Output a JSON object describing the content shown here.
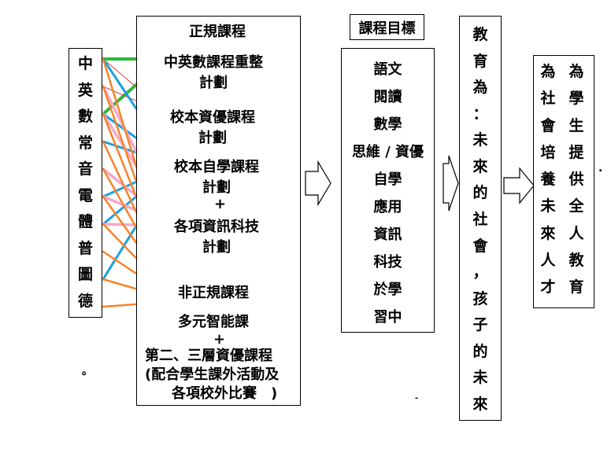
{
  "subjects": [
    "中",
    "英",
    "數",
    "常",
    "音",
    "電",
    "體",
    "普",
    "圖",
    "德"
  ],
  "curriculum": {
    "header": "正規課程",
    "items": [
      {
        "line1": "中英數課程重整",
        "line2": "計劃"
      },
      {
        "line1": "校本資優課程",
        "line2": "計劃"
      },
      {
        "line1": "校本自學課程",
        "line2": "計劃"
      },
      {
        "line1": "+",
        "line2": ""
      },
      {
        "line1": "各項資訊科技",
        "line2": "計劃"
      }
    ],
    "informal_header": "非正規課程",
    "informal_lines": [
      "多元智能課",
      "+",
      "第二、三層資優課程",
      "(配合學生課外活動及",
      "各項校外比賽　)"
    ]
  },
  "goals": {
    "title": "課程目標",
    "items": [
      "語文",
      "閱讀",
      "數學",
      "思維 / 資優",
      "自學",
      "應用",
      "資訊",
      "科技",
      "於學",
      "習中"
    ]
  },
  "education": [
    "教",
    "育",
    "為",
    "：",
    "未",
    "來",
    "的",
    "社",
    "會",
    "，",
    "孩",
    "子",
    "的",
    "未",
    "來"
  ],
  "mission": {
    "col_left": [
      "為",
      "社",
      "會",
      "培",
      "養",
      "未",
      "來",
      "人",
      "才"
    ],
    "col_right": [
      "為",
      "學",
      "生",
      "提",
      "供",
      "全",
      "人",
      "教",
      "育"
    ]
  },
  "stray_marks": {
    "left_dot": "。",
    "mid_dash": "-",
    "right_dot": "."
  },
  "colors": {
    "green": "#2db83d",
    "red": "#d83a3a",
    "blue": "#1aa0e0",
    "pink": "#f7a8c8",
    "orange": "#f5842a",
    "border": "#000000"
  }
}
